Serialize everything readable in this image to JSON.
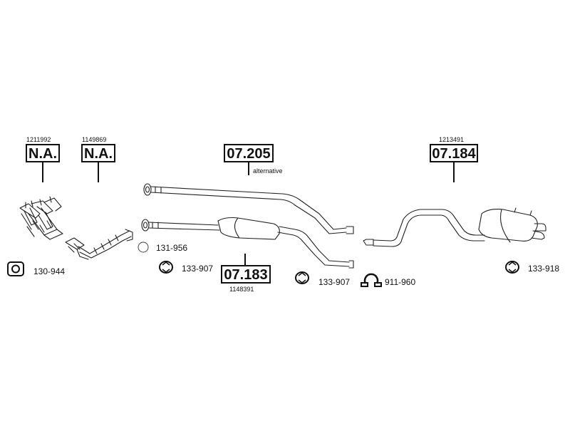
{
  "modules": {
    "na1": {
      "ref": "1211992",
      "code": "N.A."
    },
    "na2": {
      "ref": "1149869",
      "code": "N.A."
    },
    "rear_pipe_alt": {
      "code": "07.205",
      "note": "alternative"
    },
    "centre_silencer": {
      "code": "07.183",
      "ref": "1148391"
    },
    "rear_silencer": {
      "ref": "1213491",
      "code": "07.184"
    }
  },
  "parts": {
    "gasket_square": "130-944",
    "ring_small": "131-956",
    "rubber_hanger_1": "133-907",
    "rubber_hanger_2": "133-907",
    "clamp": "911-960",
    "rubber_hanger_3": "133-918"
  }
}
